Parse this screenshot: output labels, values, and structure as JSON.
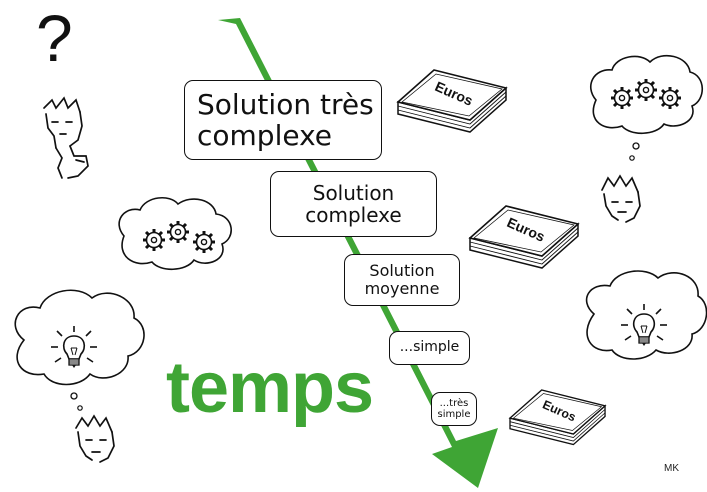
{
  "diagram": {
    "question_mark": "?",
    "time_label": "temps",
    "author": "MK",
    "arrow_color": "#3fa535",
    "solutions": [
      {
        "label": "Solution très\ncomplexe"
      },
      {
        "label": "Solution\ncomplexe"
      },
      {
        "label": "Solution\nmoyenne"
      },
      {
        "label": "...simple"
      },
      {
        "label": "...très\nsimple"
      }
    ],
    "money_stacks": [
      {
        "label": "Euros"
      },
      {
        "label": "Euros"
      },
      {
        "label": "Euros"
      }
    ],
    "thought_clouds": [
      {
        "icon": "gears-icon"
      },
      {
        "icon": "gears-icon"
      },
      {
        "icon": "lightbulb-icon"
      },
      {
        "icon": "lightbulb-icon"
      }
    ]
  }
}
